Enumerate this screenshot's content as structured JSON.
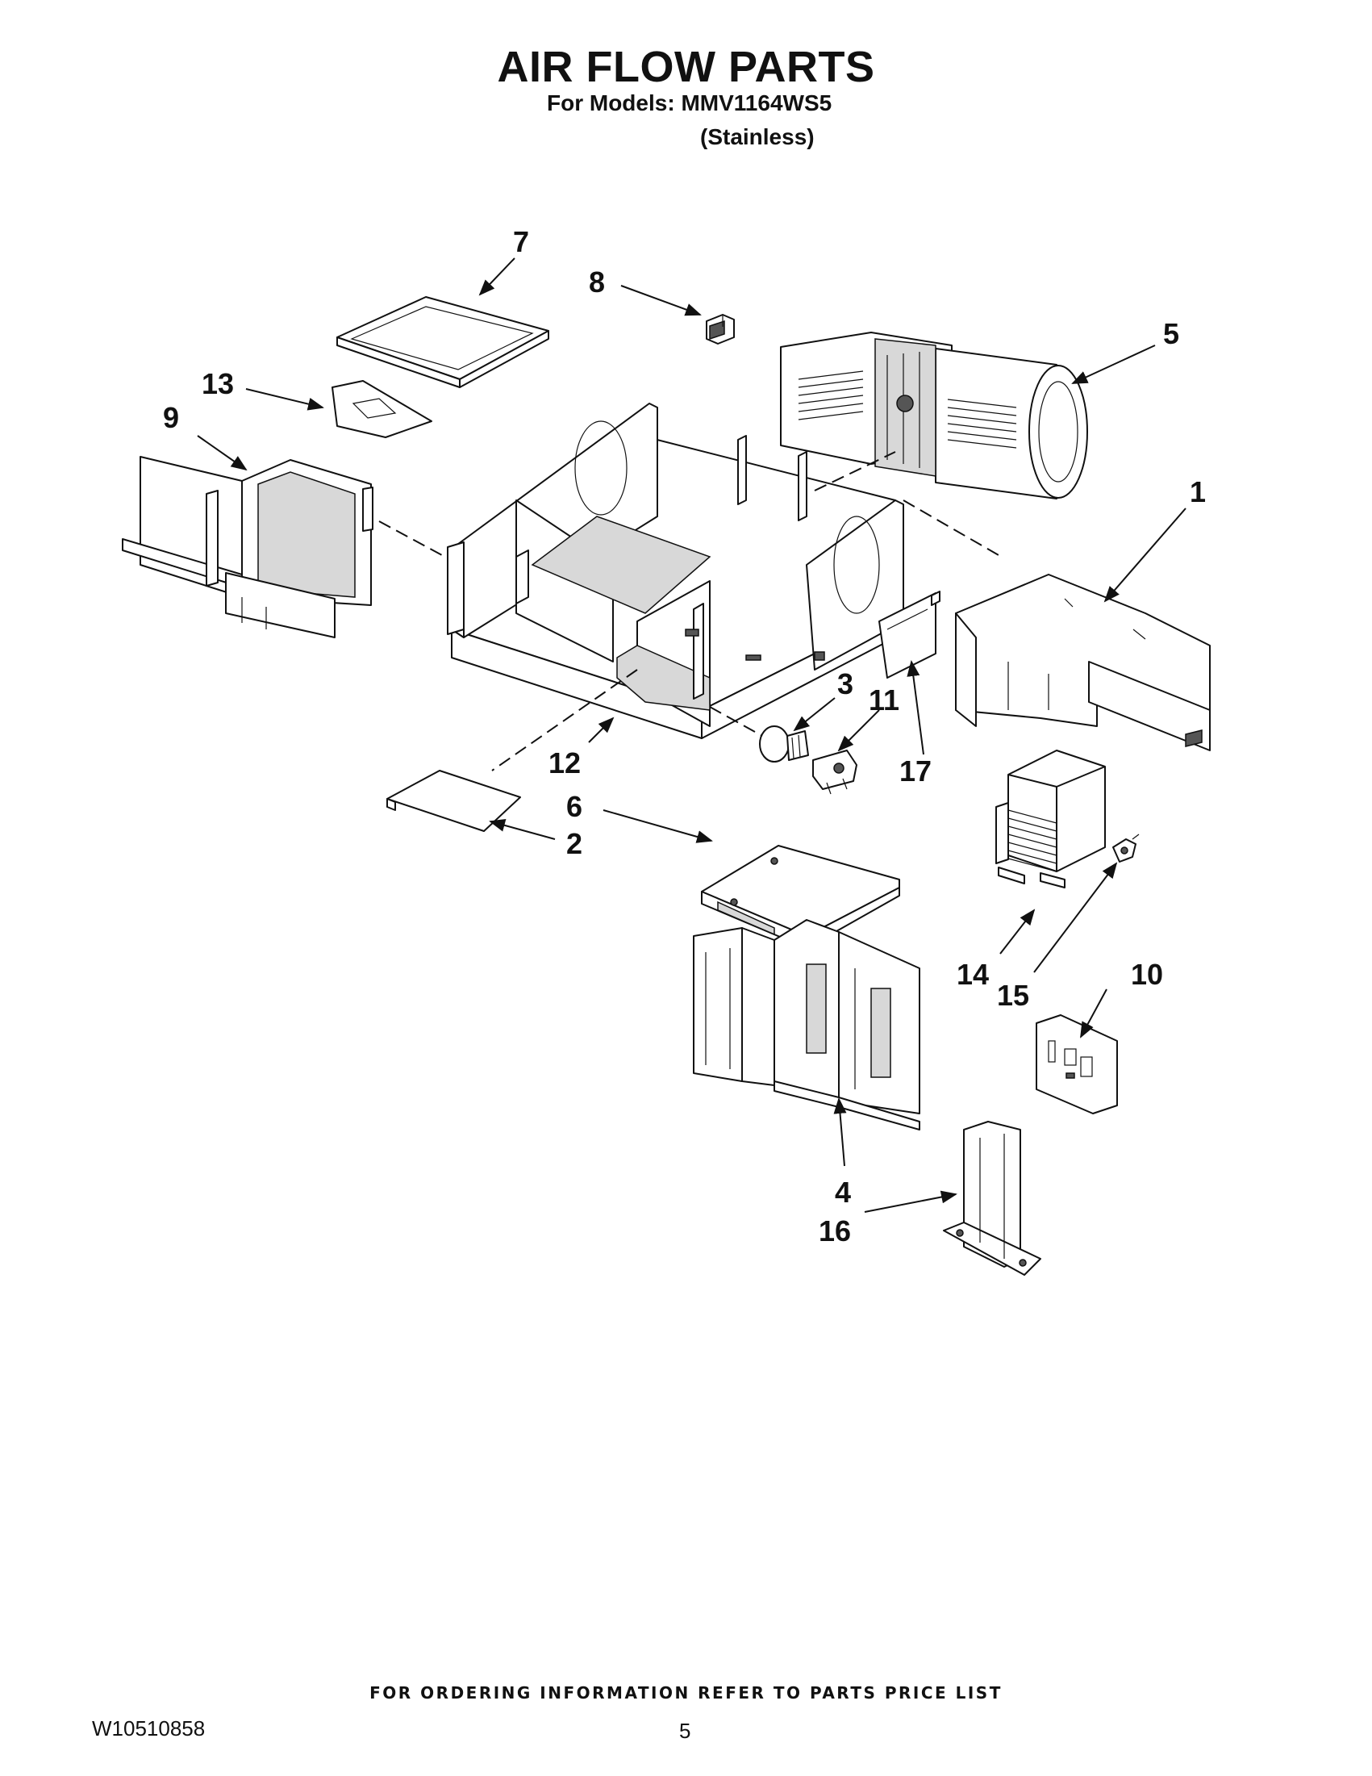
{
  "header": {
    "title": "AIR FLOW PARTS",
    "models_line": "For Models: MMV1164WS5",
    "finish_line": "(Stainless)"
  },
  "callouts": {
    "c1": "1",
    "c2": "2",
    "c3": "3",
    "c4": "4",
    "c5": "5",
    "c6": "6",
    "c7": "7",
    "c8": "8",
    "c9": "9",
    "c10": "10",
    "c11": "11",
    "c12": "12",
    "c13": "13",
    "c14": "14",
    "c15": "15",
    "c16": "16",
    "c17": "17"
  },
  "footer": {
    "ordering_note": "FOR ORDERING INFORMATION REFER TO PARTS PRICE LIST",
    "doc_number": "W10510858",
    "page_number": "5"
  }
}
